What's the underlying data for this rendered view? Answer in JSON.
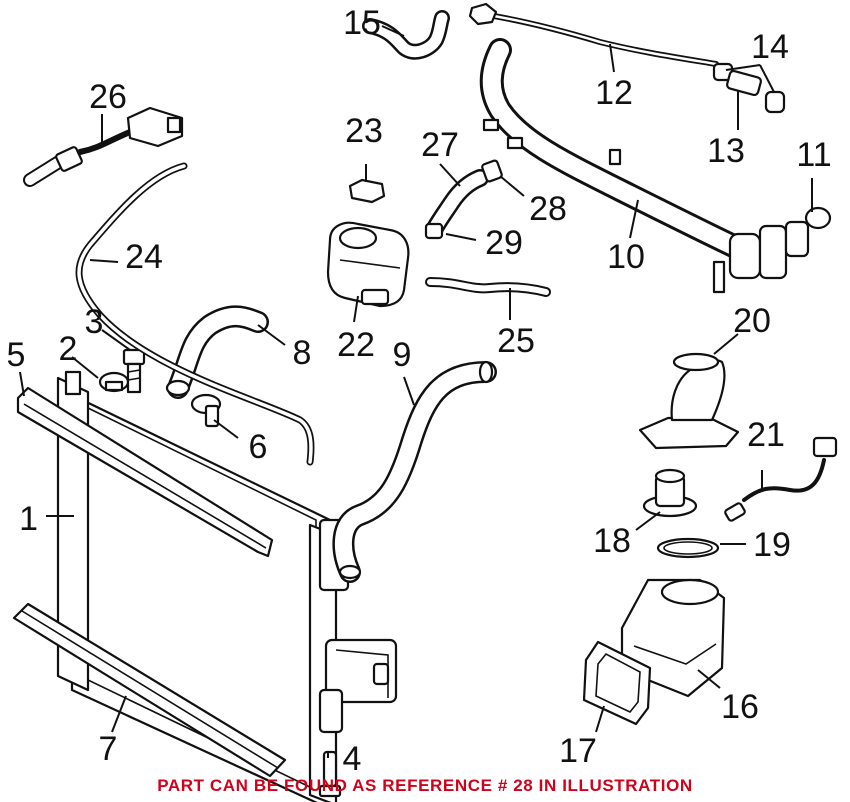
{
  "diagram": {
    "callouts": [
      {
        "id": "1",
        "label": "1"
      },
      {
        "id": "2",
        "label": "2"
      },
      {
        "id": "3",
        "label": "3"
      },
      {
        "id": "4",
        "label": "4"
      },
      {
        "id": "5",
        "label": "5"
      },
      {
        "id": "6",
        "label": "6"
      },
      {
        "id": "7",
        "label": "7"
      },
      {
        "id": "8",
        "label": "8"
      },
      {
        "id": "9",
        "label": "9"
      },
      {
        "id": "10",
        "label": "10"
      },
      {
        "id": "11",
        "label": "11"
      },
      {
        "id": "12",
        "label": "12"
      },
      {
        "id": "13",
        "label": "13"
      },
      {
        "id": "14",
        "label": "14"
      },
      {
        "id": "15",
        "label": "15"
      },
      {
        "id": "16",
        "label": "16"
      },
      {
        "id": "17",
        "label": "17"
      },
      {
        "id": "18",
        "label": "18"
      },
      {
        "id": "19",
        "label": "19"
      },
      {
        "id": "20",
        "label": "20"
      },
      {
        "id": "21",
        "label": "21"
      },
      {
        "id": "22",
        "label": "22"
      },
      {
        "id": "23",
        "label": "23"
      },
      {
        "id": "24",
        "label": "24"
      },
      {
        "id": "25",
        "label": "25"
      },
      {
        "id": "26",
        "label": "26"
      },
      {
        "id": "27",
        "label": "27"
      },
      {
        "id": "28",
        "label": "28"
      },
      {
        "id": "29",
        "label": "29"
      }
    ],
    "reference_note": "PART CAN BE FOUND AS REFERENCE # 28 IN ILLUSTRATION",
    "colors": {
      "line": "#111111",
      "reference_note": "#d0021b"
    }
  }
}
